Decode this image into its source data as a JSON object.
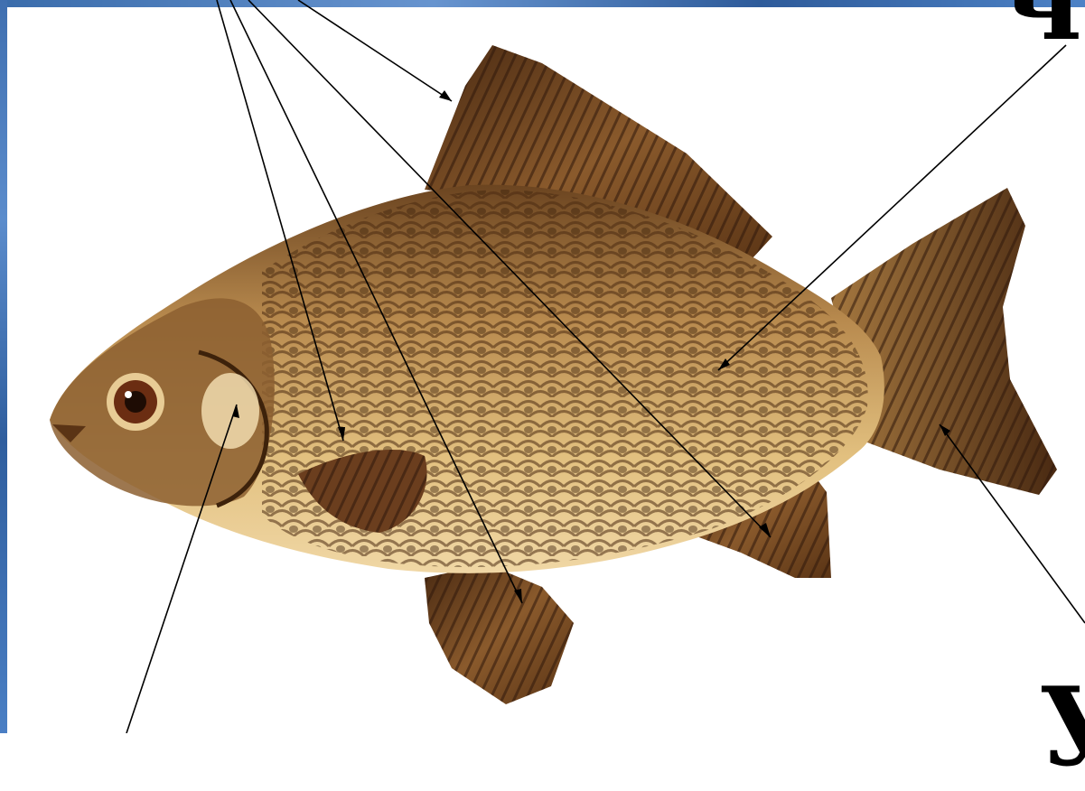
{
  "image": {
    "subject": "crucian carp",
    "colors": {
      "frame_blue": "#3f6fb0",
      "body_gold": "#c9a061",
      "fin_brown": "#6b3e1e",
      "belly_light": "#f0d7a5",
      "scale_dark": "#4a2a10",
      "pointer_line": "#000000"
    }
  },
  "corner_text": {
    "top_right": "ч",
    "bottom_right": "У"
  }
}
